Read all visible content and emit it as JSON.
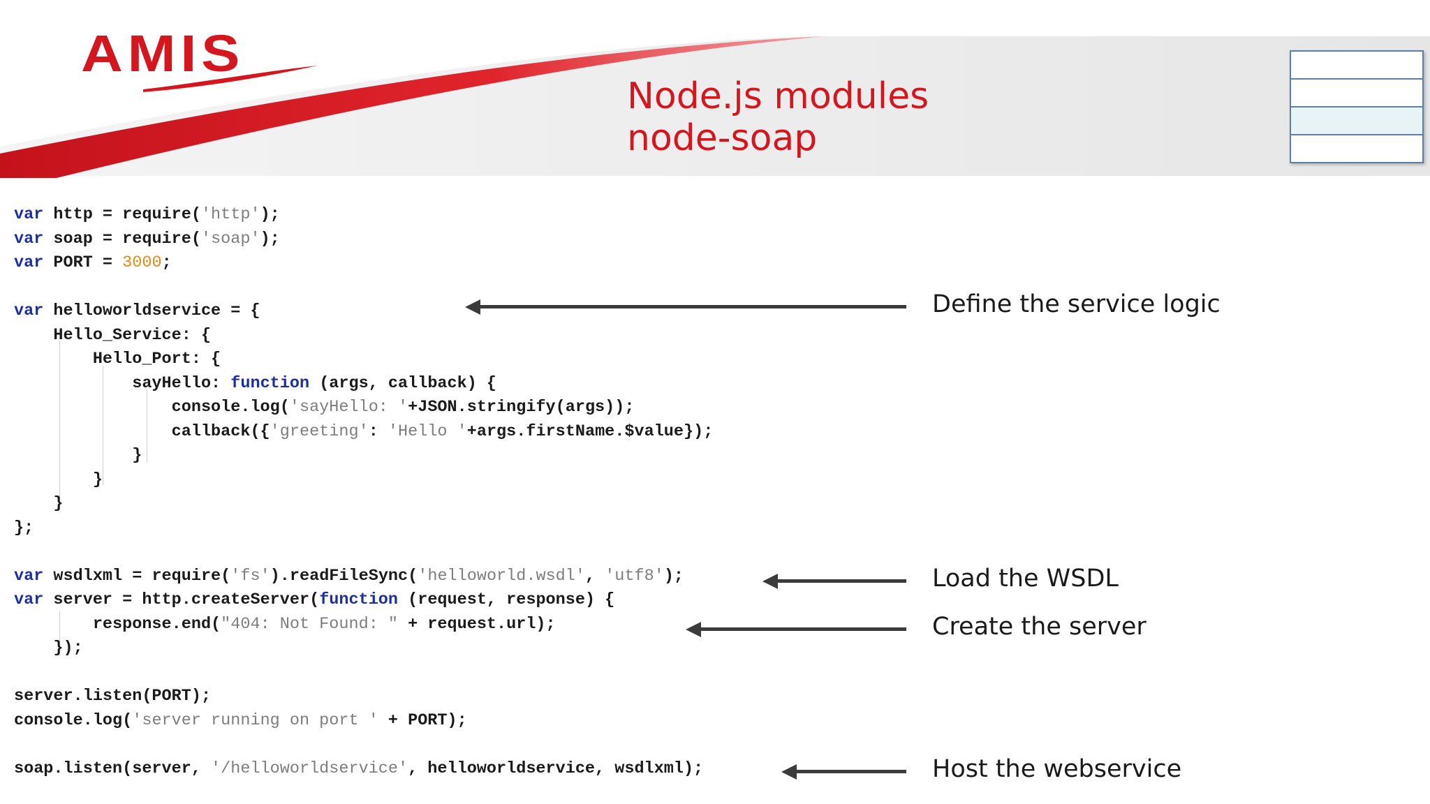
{
  "logo": {
    "text": "AMIS"
  },
  "title": {
    "line1": "Node.js modules",
    "line2": "node-soap"
  },
  "colors": {
    "brand_red": "#d4161f",
    "keyword_blue": "#1c2fa0",
    "string_gray": "#7d7d7d",
    "number_orange": "#e8890f"
  },
  "code": {
    "l1_kw": "var",
    "l1_a": " http = require(",
    "l1_s": "'http'",
    "l1_b": ");",
    "l2_kw": "var",
    "l2_a": " soap = require(",
    "l2_s": "'soap'",
    "l2_b": ");",
    "l3_kw": "var",
    "l3_a": " PORT = ",
    "l3_n": "3000",
    "l3_b": ";",
    "l5_kw": "var",
    "l5_a": " helloworldservice = {",
    "l6": "    Hello_Service: {",
    "l7": "        Hello_Port: {",
    "l8_a": "            sayHello: ",
    "l8_kw": "function",
    "l8_b": " (args, callback) {",
    "l9_a": "                console.log(",
    "l9_s": "'sayHello: '",
    "l9_b": "+JSON.stringify(args));",
    "l10_a": "                callback({",
    "l10_s1": "'greeting'",
    "l10_b": ": ",
    "l10_s2": "'Hello '",
    "l10_c": "+args.firstName.$value});",
    "l11": "            }",
    "l12": "        }",
    "l13": "    }",
    "l14": "};",
    "l16_kw": "var",
    "l16_a": " wsdlxml = require(",
    "l16_s1": "'fs'",
    "l16_b": ").readFileSync(",
    "l16_s2": "'helloworld.wsdl'",
    "l16_c": ", ",
    "l16_s3": "'utf8'",
    "l16_d": ");",
    "l17_kw": "var",
    "l17_a": " server = http.createServer(",
    "l17_kw2": "function",
    "l17_b": " (request, response) {",
    "l18_a": "        response.end(",
    "l18_s": "\"404: Not Found: \"",
    "l18_b": " + request.url);",
    "l19": "    });",
    "l21": "server.listen(PORT);",
    "l22_a": "console.log(",
    "l22_s": "'server running on port '",
    "l22_b": " + PORT);",
    "l24_a": "soap.listen(server, ",
    "l24_s": "'/helloworldservice'",
    "l24_b": ", helloworldservice, wsdlxml);"
  },
  "annotations": {
    "define": "Define the service logic",
    "load": "Load the WSDL",
    "create": "Create the server",
    "host": "Host the webservice"
  }
}
